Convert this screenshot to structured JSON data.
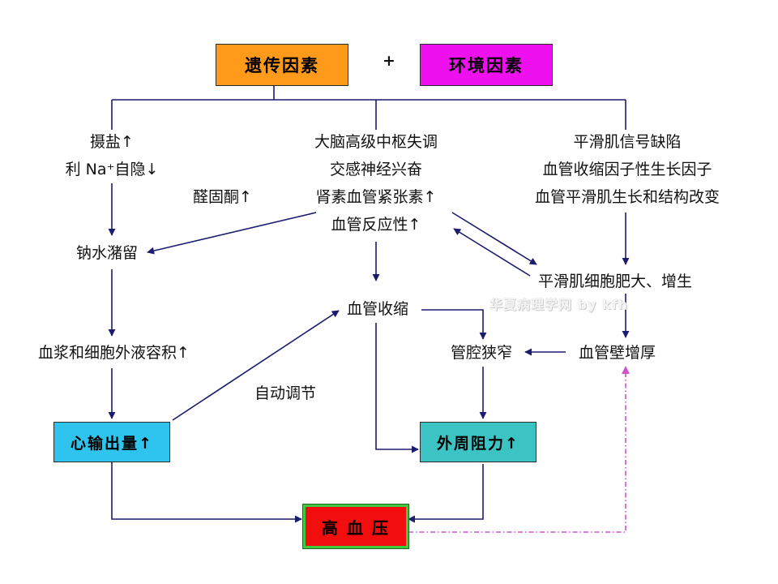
{
  "colors": {
    "genetic_fill": "#FF9A1A",
    "environment_fill": "#EE10EE",
    "cardiac_fill": "#2EC4EE",
    "peripheral_fill": "#3CC3C3",
    "hypertension_fill": "#F20E0E",
    "hypertension_border": "#41C93F",
    "connector": "#1B1C6E",
    "dashed_connector": "#CC55CC"
  },
  "diagram": {
    "genetic": "遗传因素",
    "plus": "+",
    "environment": "环境因素",
    "left_factors": [
      "摄盐↑",
      "利 Na⁺自隐↓"
    ],
    "aldosterone": "醛固酮↑",
    "center_factors": [
      "大脑高级中枢失调",
      "交感神经兴奋",
      "肾素血管紧张素↑",
      "血管反应性↑"
    ],
    "right_factors": [
      "平滑肌信号缺陷",
      "血管收缩因子性生长因子",
      "血管平滑肌生长和结构改变"
    ],
    "sodium_retention": "钠水潴留",
    "plasma_volume": "血浆和细胞外液容积↑",
    "cardiac_output": "心输出量↑",
    "auto_regulation": "自动调节",
    "vasoconstriction": "血管收缩",
    "lumen_narrowing": "管腔狭窄",
    "smooth_muscle": "平滑肌细胞肥大、增生",
    "wall_thickening": "血管壁增厚",
    "peripheral_resistance": "外周阻力↑",
    "hypertension": "高 血 压",
    "watermark": "华夏病理学网 by kfh"
  }
}
